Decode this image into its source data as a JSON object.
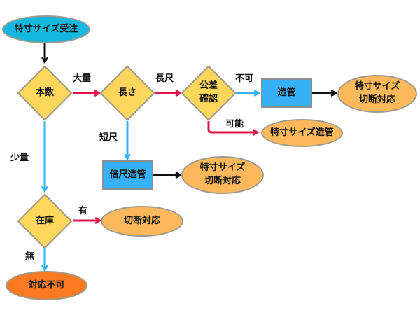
{
  "colors": {
    "start": "#13b8de",
    "decision": "#fcd75c",
    "process": "#36b1f7",
    "result": "#fcb85a",
    "fail": "#f97a20",
    "edge_red": "#e0144f",
    "edge_blue": "#36b1f7",
    "edge_black": "#111111"
  },
  "nodes": {
    "start": "特寸サイズ受注",
    "quantity": "本数",
    "length": "長さ",
    "tolerance": "公差\n確認",
    "make_pipe": "造管",
    "result_cut_1": "特寸サイズ\n切断対応",
    "special_pipe": "特寸サイズ造管",
    "double_length_pipe": "倍尺造管",
    "result_cut_2": "特寸サイズ\n切断対応",
    "stock": "在庫",
    "cut": "切断対応",
    "not_possible": "対応不可"
  },
  "edges": {
    "large_qty": "大量",
    "long": "長尺",
    "not_ok": "不可",
    "ok": "可能",
    "short": "短尺",
    "small_qty": "少量",
    "in_stock": "有",
    "no_stock": "無"
  }
}
